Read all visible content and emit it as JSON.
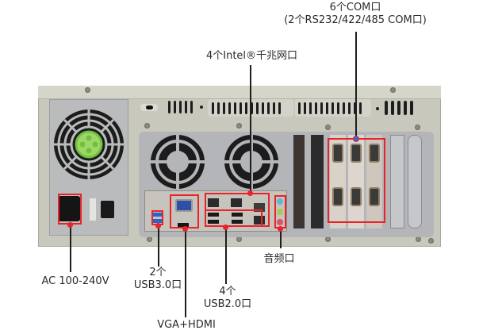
{
  "image": {
    "description": "Rear panel of a 4U industrial rackmount computer chassis with callout labels",
    "highlight_color": "#e8232a",
    "chassis_color": "#c9c8bd"
  },
  "callouts": {
    "com": {
      "line1": "6个COM口",
      "line2": "(2个RS232/422/485 COM口)"
    },
    "lan": {
      "label": "4个Intel®千兆网口"
    },
    "power": {
      "label": "AC 100-240V"
    },
    "usb3": {
      "line1": "2个",
      "line2": "USB3.0口"
    },
    "vga": {
      "label": "VGA+HDMI"
    },
    "usb2": {
      "line1": "4个",
      "line2": "USB2.0口"
    },
    "audio": {
      "label": "音频口"
    }
  },
  "ports": {
    "com_count": 6,
    "lan_count": 4,
    "usb3_count": 2,
    "usb2_count": 4,
    "audio_jacks": [
      "blue",
      "green",
      "pink"
    ]
  }
}
